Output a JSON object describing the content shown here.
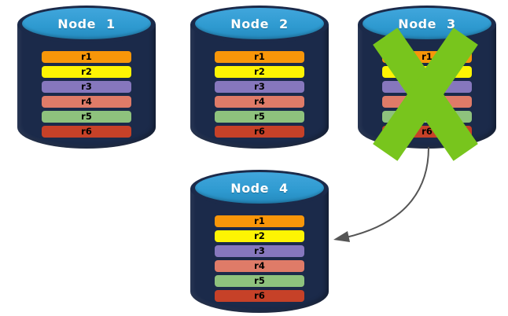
{
  "diagram": {
    "name": "database-replication-failover",
    "node_colors": {
      "body": "#1b2a4a",
      "cap": "#2e9ad0",
      "label_text": "#ffffff",
      "row_text": "#000000"
    },
    "nodes": [
      {
        "label": "Node 1",
        "rows": [
          {
            "label": "r1",
            "color": "#f89609"
          },
          {
            "label": "r2",
            "color": "#fdf403"
          },
          {
            "label": "r3",
            "color": "#8677bd"
          },
          {
            "label": "r4",
            "color": "#df7b68"
          },
          {
            "label": "r5",
            "color": "#8ec27d"
          },
          {
            "label": "r6",
            "color": "#c64128"
          }
        ]
      },
      {
        "label": "Node 2",
        "rows": [
          {
            "label": "r1",
            "color": "#f89609"
          },
          {
            "label": "r2",
            "color": "#fdf403"
          },
          {
            "label": "r3",
            "color": "#8677bd"
          },
          {
            "label": "r4",
            "color": "#df7b68"
          },
          {
            "label": "r5",
            "color": "#8ec27d"
          },
          {
            "label": "r6",
            "color": "#c64128"
          }
        ]
      },
      {
        "label": "Node 3",
        "rows": [
          {
            "label": "r1",
            "color": "#f89609"
          },
          {
            "label": "r2",
            "color": "#fdf403"
          },
          {
            "label": "r3",
            "color": "#8677bd"
          },
          {
            "label": "r4",
            "color": "#df7b68"
          },
          {
            "label": "r5",
            "color": "#8ec27d"
          },
          {
            "label": "r6",
            "color": "#c64128"
          }
        ]
      },
      {
        "label": "Node 4",
        "rows": [
          {
            "label": "r1",
            "color": "#f89609"
          },
          {
            "label": "r2",
            "color": "#fdf403"
          },
          {
            "label": "r3",
            "color": "#8677bd"
          },
          {
            "label": "r4",
            "color": "#df7b68"
          },
          {
            "label": "r5",
            "color": "#8ec27d"
          },
          {
            "label": "r6",
            "color": "#c64128"
          }
        ]
      }
    ],
    "cross": {
      "on": "Node 3",
      "color": "#78c51d"
    },
    "arrow": {
      "from": "Node 3",
      "to": "Node 4",
      "color": "#555555"
    }
  }
}
